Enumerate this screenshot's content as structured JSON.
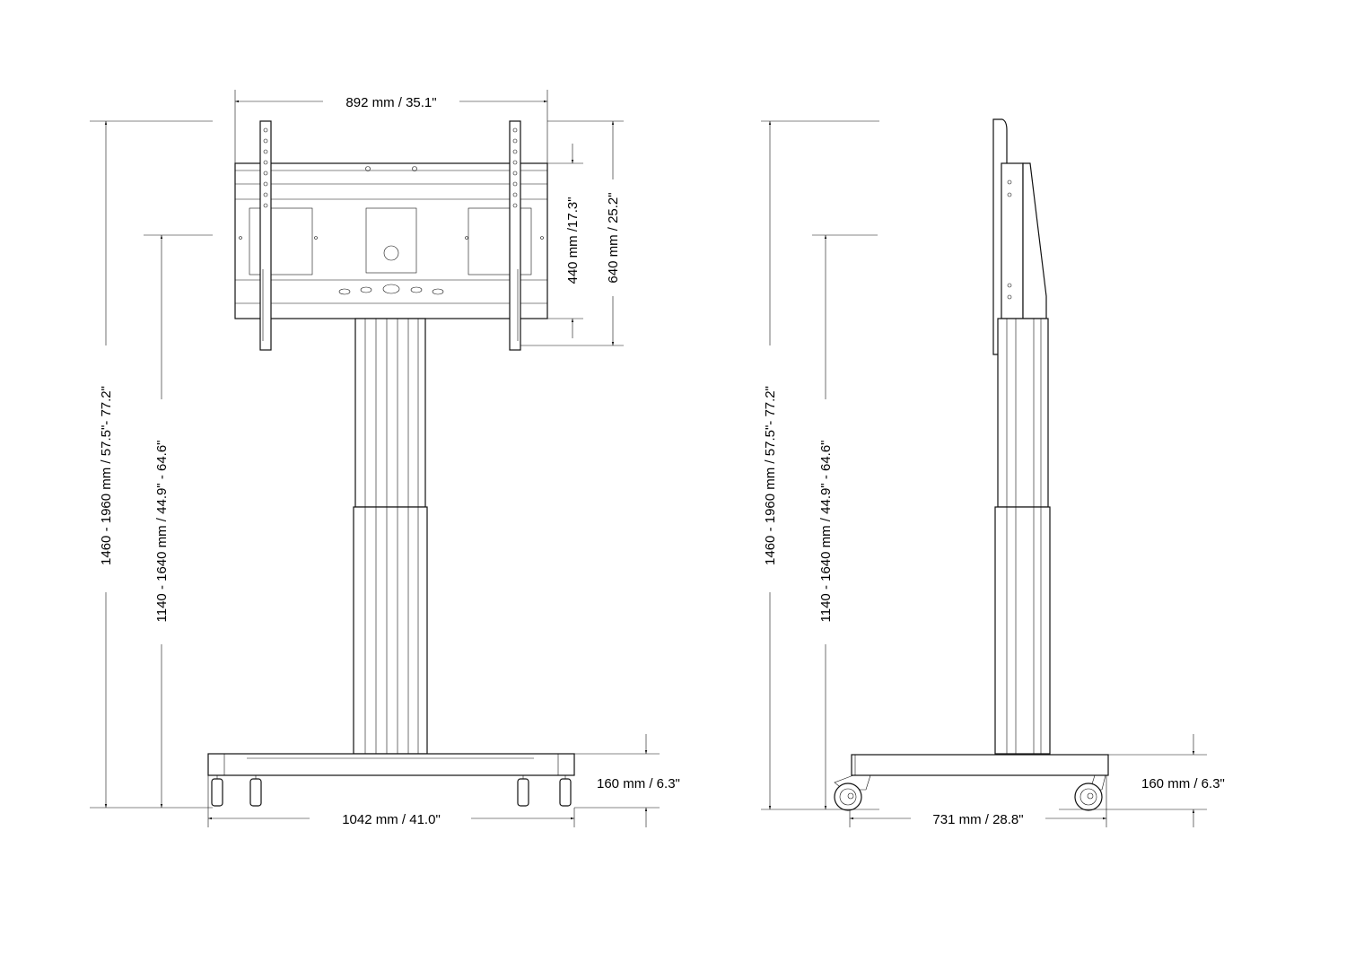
{
  "front_view": {
    "width_top": "892 mm / 35.1\"",
    "vesa_height": "440 mm /17.3\"",
    "plate_height": "640 mm / 25.2\"",
    "total_height": "1460 - 1960 mm / 57.5\"- 77.2\"",
    "center_height": "1140 - 1640 mm / 44.9\" - 64.6\"",
    "base_height": "160 mm / 6.3\"",
    "base_width": "1042 mm / 41.0\""
  },
  "side_view": {
    "total_height": "1460 - 1960 mm / 57.5\"- 77.2\"",
    "center_height": "1140 - 1640 mm / 44.9\" - 64.6\"",
    "base_height": "160 mm / 6.3\"",
    "base_depth": "731 mm / 28.8\""
  },
  "colors": {
    "line": "#111111",
    "background": "#ffffff"
  }
}
